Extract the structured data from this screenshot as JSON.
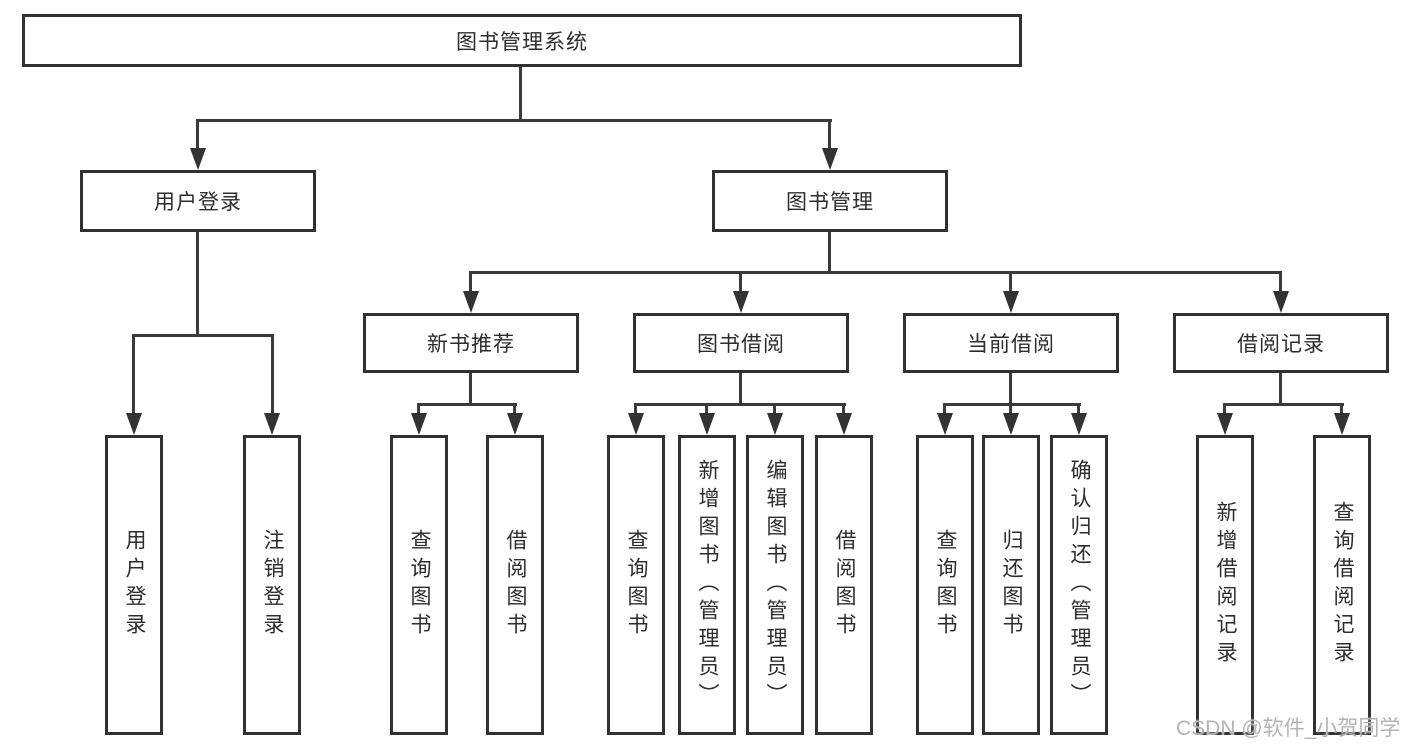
{
  "diagram": {
    "root": {
      "label": "图书管理系统"
    },
    "level2": [
      {
        "label": "用户登录"
      },
      {
        "label": "图书管理"
      }
    ],
    "level3": [
      {
        "label": "新书推荐"
      },
      {
        "label": "图书借阅"
      },
      {
        "label": "当前借阅"
      },
      {
        "label": "借阅记录"
      }
    ],
    "leaves": {
      "user_login": [
        "用户登录",
        "注销登录"
      ],
      "new_books": [
        "查询图书",
        "借阅图书"
      ],
      "book_borrowing": [
        "查询图书",
        "新增图书（管理员）",
        "编辑图书（管理员）",
        "借阅图书"
      ],
      "current_borrowing": [
        "查询图书",
        "归还图书",
        "确认归还（管理员）"
      ],
      "borrow_records": [
        "新增借阅记录",
        "查询借阅记录"
      ]
    }
  },
  "watermark": {
    "text": "CSDN @软件_小贺同学"
  },
  "colors": {
    "background": "#ffffff",
    "line": "#3a3a3a",
    "box_border": "#313131",
    "text": "#2d2d2d",
    "watermark": "#b3b3b3"
  }
}
